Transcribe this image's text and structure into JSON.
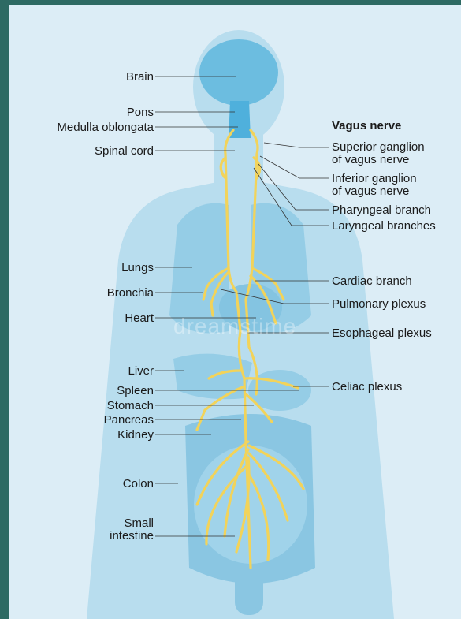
{
  "title": "Vagus nerve",
  "left_labels": {
    "brain": "Brain",
    "pons": "Pons",
    "medulla": "Medulla oblongata",
    "spinal_cord": "Spinal cord",
    "lungs": "Lungs",
    "bronchia": "Bronchia",
    "heart": "Heart",
    "liver": "Liver",
    "spleen": "Spleen",
    "stomach": "Stomach",
    "pancreas": "Pancreas",
    "kidney": "Kidney",
    "colon": "Colon",
    "small_intestine_1": "Small",
    "small_intestine_2": "intestine"
  },
  "right_labels": {
    "superior_1": "Superior ganglion",
    "superior_2": "of vagus nerve",
    "inferior_1": "Inferior ganglion",
    "inferior_2": "of vagus nerve",
    "pharyngeal": "Pharyngeal branch",
    "laryngeal": "Laryngeal branches",
    "cardiac": "Cardiac branch",
    "pulmonary": "Pulmonary plexus",
    "esophageal": "Esophageal plexus",
    "celiac": "Celiac plexus"
  },
  "colors": {
    "background": "#2d6a63",
    "panel": "#dcedf6",
    "body": "#a9d6ea",
    "organ": "#8fcbe5",
    "brain": "#6cbde0",
    "nerve": "#f2d35a",
    "nerve_outline": "#b8962c"
  }
}
